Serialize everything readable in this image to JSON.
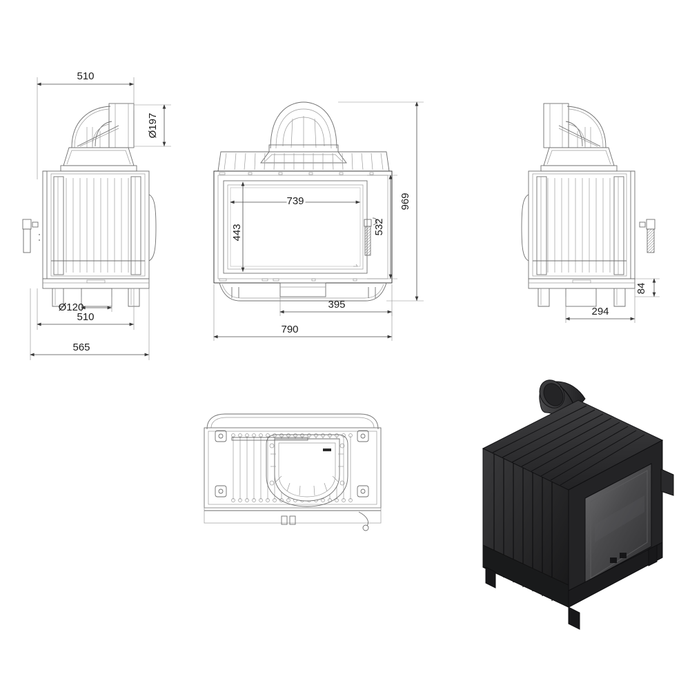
{
  "document": {
    "type": "technical-drawing",
    "subject": "cast-iron fireplace insert",
    "background_color": "#ffffff",
    "line_color": "#6e6e6e",
    "dimension_text_color": "#1c1c1c",
    "product_color": "#2b2b2d"
  },
  "views": {
    "left_side": {
      "name": "left side elevation",
      "label": ""
    },
    "front": {
      "name": "front elevation",
      "label": ""
    },
    "right_side": {
      "name": "right side elevation",
      "label": ""
    },
    "top_plan": {
      "name": "top plan view",
      "label": ""
    },
    "render_3d": {
      "name": "isometric product render",
      "label": ""
    }
  },
  "dimensions": {
    "left_view": [
      {
        "id": "width-510-top",
        "value": "510",
        "orientation": "horizontal"
      },
      {
        "id": "flue-diameter-197",
        "value": "Ø197",
        "orientation": "vertical"
      },
      {
        "id": "air-inlet-120",
        "value": "Ø120",
        "orientation": "horizontal"
      },
      {
        "id": "width-510-bottom",
        "value": "510",
        "orientation": "horizontal"
      },
      {
        "id": "overall-depth-565",
        "value": "565",
        "orientation": "horizontal"
      }
    ],
    "front_view": [
      {
        "id": "glass-width-739",
        "value": "739",
        "orientation": "horizontal"
      },
      {
        "id": "glass-height-443",
        "value": "443",
        "orientation": "vertical"
      },
      {
        "id": "door-height-532",
        "value": "532",
        "orientation": "vertical"
      },
      {
        "id": "total-height-969",
        "value": "969",
        "orientation": "vertical"
      },
      {
        "id": "inlet-offset-395",
        "value": "395",
        "orientation": "horizontal"
      },
      {
        "id": "overall-width-790",
        "value": "790",
        "orientation": "horizontal"
      }
    ],
    "right_view": [
      {
        "id": "base-height-84",
        "value": "84",
        "orientation": "vertical"
      },
      {
        "id": "inlet-offset-294",
        "value": "294",
        "orientation": "horizontal"
      }
    ]
  }
}
